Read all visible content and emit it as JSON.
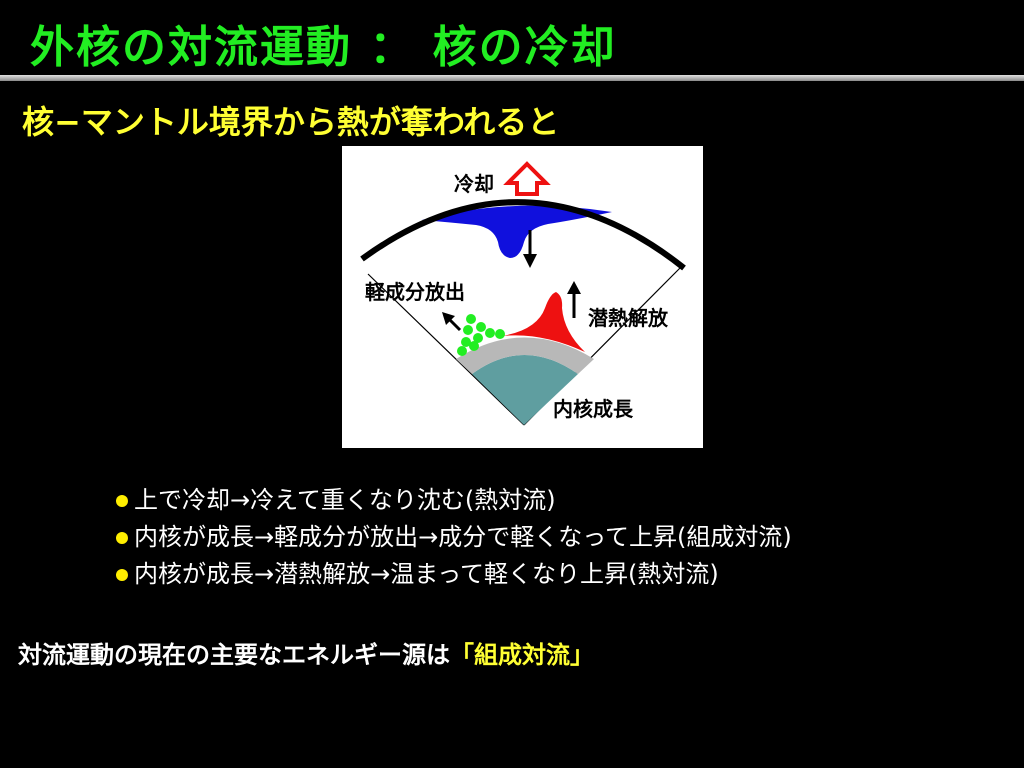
{
  "slide": {
    "title": "外核の対流運動 ： 核の冷却",
    "subtitle": "核−マントル境界から熱が奪われると",
    "colors": {
      "background": "#000000",
      "title": "#22ee22",
      "subtitle": "#ffff33",
      "bullet": "#ffee00",
      "highlight": "#ffff33"
    }
  },
  "figure": {
    "labels": {
      "cooling": "冷却",
      "light_element_release": "軽成分放出",
      "latent_heat_release": "潜熱解放",
      "inner_core_growth": "内核成長"
    },
    "colors": {
      "cold_plume": "#1010dd",
      "hot_plume": "#ee1111",
      "light_elements": "#22ee22",
      "inner_core": "#5f9ea0",
      "boundary_layer": "#b8b8b8",
      "up_arrow": "#ee1111"
    }
  },
  "bullets": [
    "上で冷却→冷えて重くなり沈む(熱対流)",
    "内核が成長→軽成分が放出→成分で軽くなって上昇(組成対流)",
    "内核が成長→潜熱解放→温まって軽くなり上昇(熱対流)"
  ],
  "conclusion": {
    "prefix": "対流運動の現在の主要なエネルギー源は",
    "highlight": "「組成対流」"
  }
}
